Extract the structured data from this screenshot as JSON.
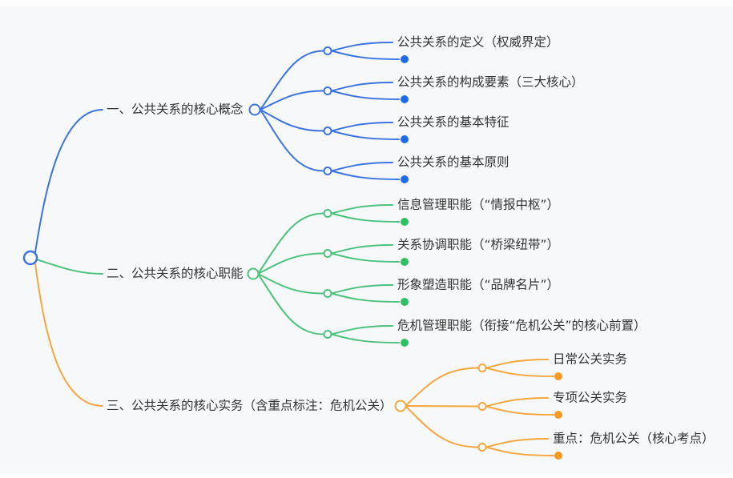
{
  "canvas": {
    "background": "#f7f8fa"
  },
  "palette": {
    "blue_line": "#3b74e0",
    "blue_dot": "#1f6be4",
    "green_line": "#4cc27d",
    "green_dot": "#2fc062",
    "orange_line": "#f5a73f",
    "orange_dot": "#f59a22",
    "text_color": "#333333",
    "canvas_bg": "#f7f8fa"
  },
  "mindmap": {
    "root": {
      "type": "root-node",
      "has_label": false
    },
    "branches": [
      {
        "label": "一、公共关系的核心概念",
        "color": "blue",
        "children": [
          {
            "label": "公共关系的定义（权威界定）",
            "collapsed_indicator": true
          },
          {
            "label": "公共关系的构成要素（三大核心）",
            "collapsed_indicator": true
          },
          {
            "label": "公共关系的基本特征",
            "collapsed_indicator": true
          },
          {
            "label": "公共关系的基本原则",
            "collapsed_indicator": true
          }
        ]
      },
      {
        "label": "二、公共关系的核心职能",
        "color": "green",
        "children": [
          {
            "label": "信息管理职能（“情报中枢”）",
            "collapsed_indicator": true
          },
          {
            "label": "关系协调职能（“桥梁纽带”）",
            "collapsed_indicator": true
          },
          {
            "label": "形象塑造职能（“品牌名片”）",
            "collapsed_indicator": true
          },
          {
            "label": "危机管理职能（衔接“危机公关”的核心前置）",
            "collapsed_indicator": true
          }
        ]
      },
      {
        "label": "三、公共关系的核心实务（含重点标注：危机公关）",
        "color": "orange",
        "children": [
          {
            "label": "日常公关实务",
            "collapsed_indicator": true
          },
          {
            "label": "专项公关实务",
            "collapsed_indicator": true
          },
          {
            "label": "重点：危机公关（核心考点）",
            "collapsed_indicator": true
          }
        ]
      }
    ]
  }
}
